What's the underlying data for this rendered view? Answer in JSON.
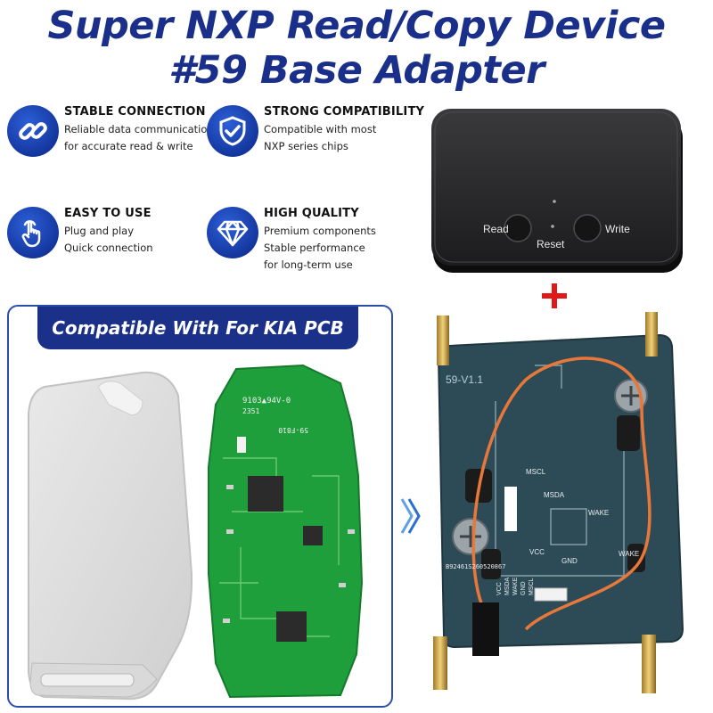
{
  "title": {
    "line1": "Super NXP Read/Copy Device",
    "line2": "#59 Base Adapter"
  },
  "features": [
    {
      "heading": "STABLE CONNECTION",
      "lines": [
        "Reliable data communication",
        "for accurate read & write"
      ],
      "icon": "chain-link-icon"
    },
    {
      "heading": "STRONG COMPATIBILITY",
      "lines": [
        "Compatible with most",
        "NXP series chips"
      ],
      "icon": "shield-check-icon"
    },
    {
      "heading": "EASY TO USE",
      "lines": [
        "Plug and play",
        "Quick connection"
      ],
      "icon": "hand-pointer-icon"
    },
    {
      "heading": "HIGH QUALITY",
      "lines": [
        "Premium components",
        "Stable performance",
        "for long-term use"
      ],
      "icon": "diamond-icon"
    }
  ],
  "device": {
    "read_label": "Read",
    "write_label": "Write",
    "reset_label": "Reset"
  },
  "kia": {
    "banner": "Compatible With For KIA PCB",
    "pcb_text": [
      "9103▲94V-0",
      "2351",
      "59-F810"
    ]
  },
  "adapter": {
    "board_label": "59-V1.1",
    "pads": [
      "MSCL",
      "MSDA",
      "WAKE",
      "VCC",
      "GND",
      "WAKE"
    ],
    "serial": "B92461S260520867",
    "header_pins": [
      "VCC",
      "MSDA",
      "WAKE",
      "GND",
      "MSCL"
    ]
  },
  "colors": {
    "title": "#1a2f8a",
    "icon_bg": "#12349a",
    "banner_bg": "#1b3088",
    "accent_plus": "#e01818",
    "pcb_green": "#1f9e3c",
    "adapter_board": "#2c4b57"
  }
}
